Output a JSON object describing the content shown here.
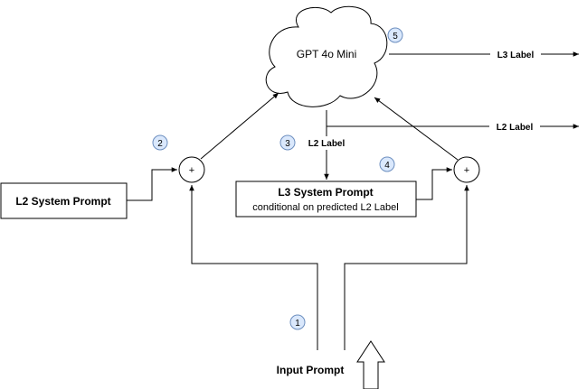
{
  "nodes": {
    "llm": "GPT 4o Mini",
    "l2_prompt": "L2 System Prompt",
    "l3_prompt_title": "L3 System Prompt",
    "l3_prompt_sub": "conditional on predicted L2 Label",
    "input": "Input Prompt",
    "plus_left": "+",
    "plus_right": "+"
  },
  "edge_labels": {
    "l2_label_mid": "L2 Label",
    "l2_label_out": "L2 Label",
    "l3_label_out": "L3 Label"
  },
  "steps": [
    "1",
    "2",
    "3",
    "4",
    "5"
  ],
  "colors": {
    "step_fill": "#dae8fc",
    "step_stroke": "#6c8ebf",
    "stroke": "#000000"
  }
}
